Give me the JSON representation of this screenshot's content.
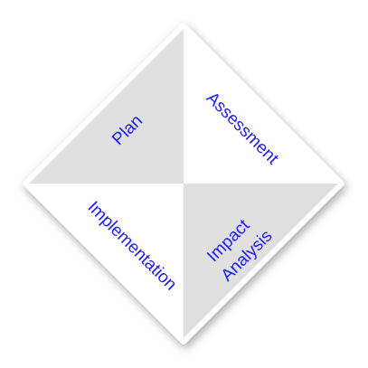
{
  "diagram": {
    "quadrants": [
      {
        "id": "plan",
        "label_lines": [
          "Plan"
        ],
        "fill": "#e0e0e0"
      },
      {
        "id": "assessment",
        "label_lines": [
          "Assessment"
        ],
        "fill": "#ffffff"
      },
      {
        "id": "implementation",
        "label_lines": [
          "Implementation"
        ],
        "fill": "#ffffff"
      },
      {
        "id": "impact-analysis",
        "label_lines": [
          "Impact",
          "Analysis"
        ],
        "fill": "#e0e0e0"
      }
    ],
    "label_color": "#1f1ff0",
    "border_color": "#ffffff",
    "shadow_color": "#9a9a9a"
  }
}
